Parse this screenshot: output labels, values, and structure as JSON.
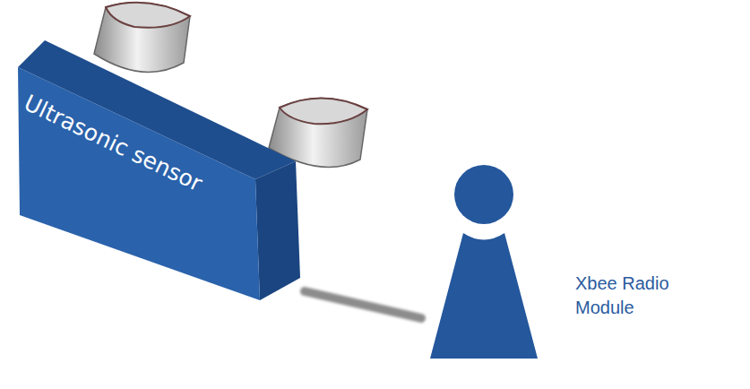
{
  "diagram": {
    "nodes": [
      {
        "text": [
          "Ultrasonic sensor"
        ]
      },
      {
        "text": [
          "Xbee Radio Module"
        ]
      }
    ],
    "edges": [
      {
        "from": 0,
        "to": 1,
        "arrow": "none"
      }
    ]
  }
}
